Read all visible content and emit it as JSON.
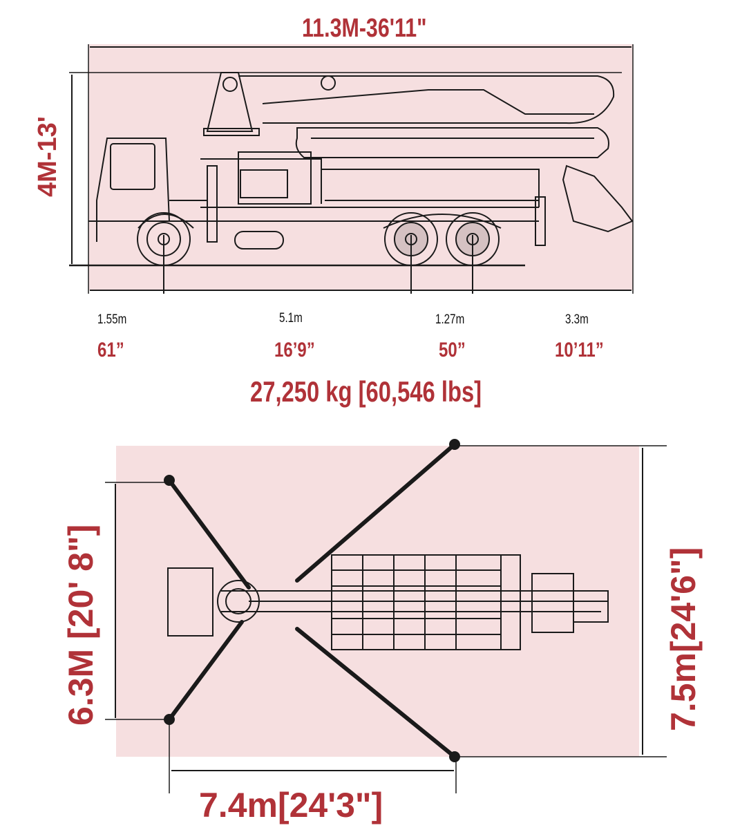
{
  "colors": {
    "accent": "#b03238",
    "panel": "#f6dfe0",
    "line": "#1a1a1a"
  },
  "side_view": {
    "overall_length": "11.3M-36'11\"",
    "overall_height": "4M-13'",
    "segments": [
      {
        "metric": "1.55m",
        "imperial": "61”"
      },
      {
        "metric": "5.1m",
        "imperial": "16’9”"
      },
      {
        "metric": "1.27m",
        "imperial": "50”"
      },
      {
        "metric": "3.3m",
        "imperial": "10’11”"
      }
    ],
    "weight": "27,250 kg [60,546 lbs]"
  },
  "top_view": {
    "front_outrigger_span": "6.3M [20' 8\"]",
    "rear_outrigger_span": "7.5m[24'6\"]",
    "outrigger_length": "7.4m[24'3\"]"
  }
}
